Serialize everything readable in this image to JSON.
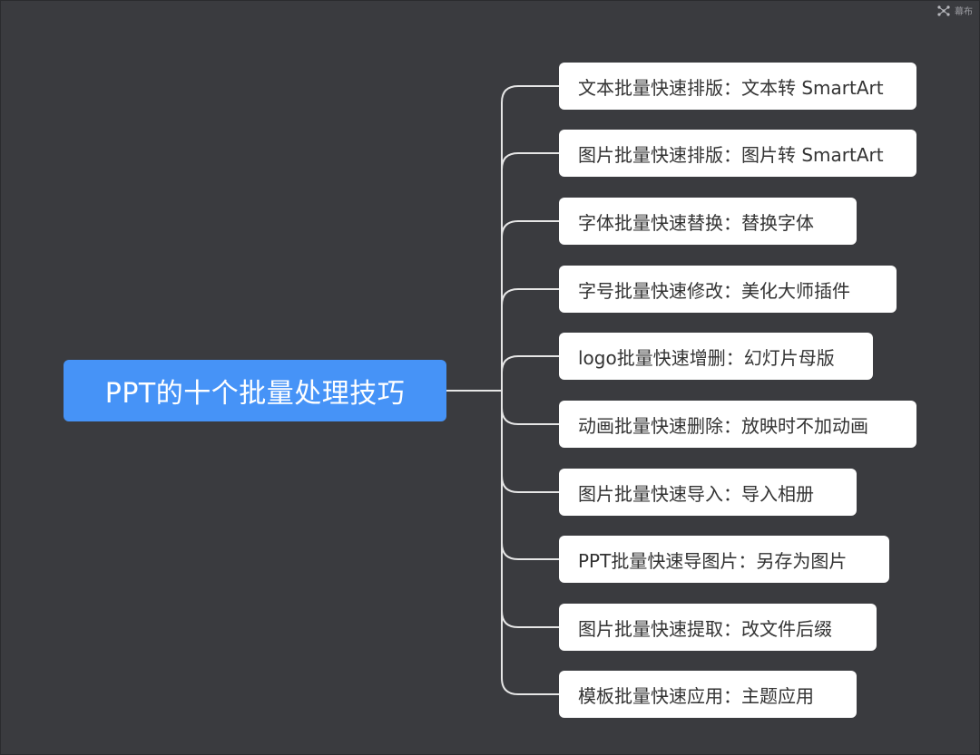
{
  "watermark": {
    "icon": "mubu-logo-icon",
    "label": "幕布"
  },
  "mindmap": {
    "root": {
      "label": "PPT的十个批量处理技巧"
    },
    "branches": [
      {
        "label": "文本批量快速排版：文本转 SmartArt"
      },
      {
        "label": "图片批量快速排版：图片转 SmartArt"
      },
      {
        "label": "字体批量快速替换：替换字体"
      },
      {
        "label": "字号批量快速修改：美化大师插件"
      },
      {
        "label": "logo批量快速增删：幻灯片母版"
      },
      {
        "label": "动画批量快速删除：放映时不加动画"
      },
      {
        "label": "图片批量快速导入：导入相册"
      },
      {
        "label": "PPT批量快速导图片：另存为图片"
      },
      {
        "label": "图片批量快速提取：改文件后缀"
      },
      {
        "label": "模板批量快速应用：主题应用"
      }
    ]
  },
  "colors": {
    "background": "#3a3b3f",
    "root_fill": "#4693f7",
    "branch_fill": "#ffffff",
    "connector": "#e6e6e6"
  }
}
